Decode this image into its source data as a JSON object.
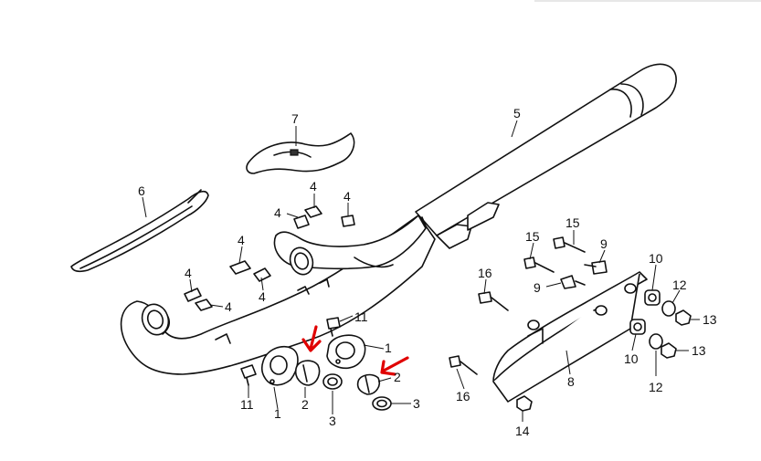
{
  "diagram": {
    "callouts": [
      {
        "id": "c5",
        "label": "5"
      },
      {
        "id": "c7",
        "label": "7"
      },
      {
        "id": "c6",
        "label": "6"
      },
      {
        "id": "c4a",
        "label": "4"
      },
      {
        "id": "c4b",
        "label": "4"
      },
      {
        "id": "c4c",
        "label": "4"
      },
      {
        "id": "c4d",
        "label": "4"
      },
      {
        "id": "c4e",
        "label": "4"
      },
      {
        "id": "c4f",
        "label": "4"
      },
      {
        "id": "c4g",
        "label": "4"
      },
      {
        "id": "c11a",
        "label": "11"
      },
      {
        "id": "c11b",
        "label": "11"
      },
      {
        "id": "c1a",
        "label": "1"
      },
      {
        "id": "c1b",
        "label": "1"
      },
      {
        "id": "c2a",
        "label": "2"
      },
      {
        "id": "c2b",
        "label": "2"
      },
      {
        "id": "c3a",
        "label": "3"
      },
      {
        "id": "c3b",
        "label": "3"
      },
      {
        "id": "c16a",
        "label": "16"
      },
      {
        "id": "c16b",
        "label": "16"
      },
      {
        "id": "c15a",
        "label": "15"
      },
      {
        "id": "c15b",
        "label": "15"
      },
      {
        "id": "c9a",
        "label": "9"
      },
      {
        "id": "c9b",
        "label": "9"
      },
      {
        "id": "c10a",
        "label": "10"
      },
      {
        "id": "c10b",
        "label": "10"
      },
      {
        "id": "c12a",
        "label": "12"
      },
      {
        "id": "c12b",
        "label": "12"
      },
      {
        "id": "c13a",
        "label": "13"
      },
      {
        "id": "c13b",
        "label": "13"
      },
      {
        "id": "c8",
        "label": "8"
      },
      {
        "id": "c14",
        "label": "14"
      }
    ],
    "highlight_color": "#e00000"
  }
}
